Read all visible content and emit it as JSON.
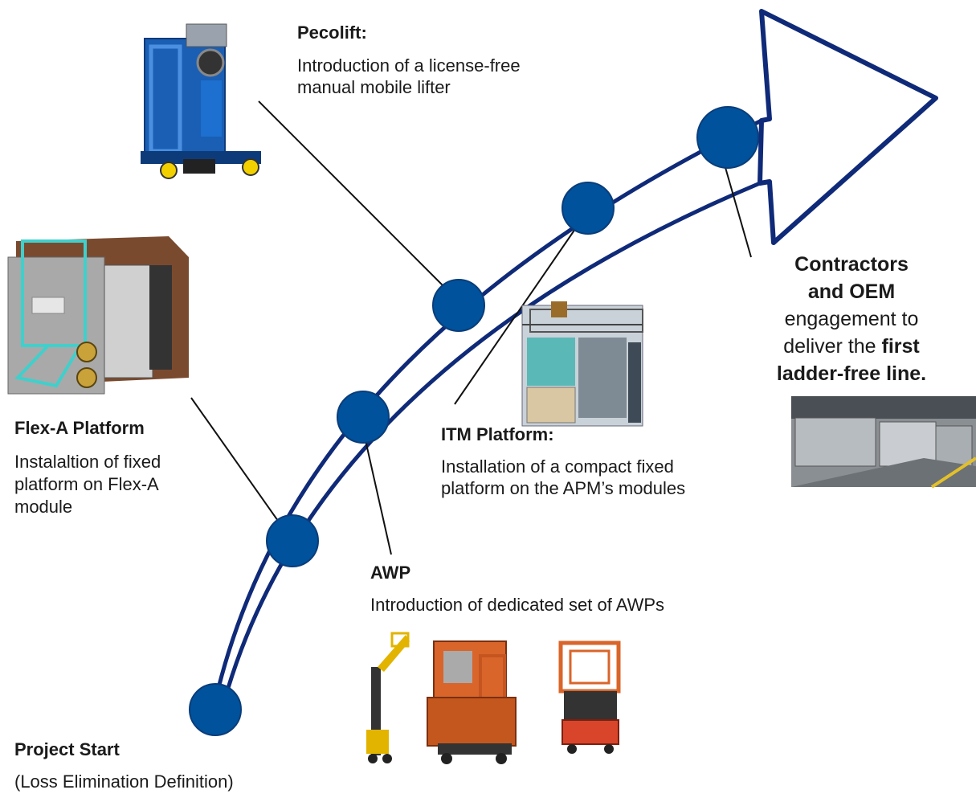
{
  "milestones": {
    "project_start": {
      "title": "Project Start",
      "desc": "(Loss Elimination Definition)"
    },
    "flex_a": {
      "title": "Flex-A Platform",
      "desc_lines": [
        "Instalaltion of fixed",
        "platform on Flex-A",
        "module"
      ]
    },
    "awp": {
      "title": "AWP",
      "desc": "Introduction of dedicated set of AWPs"
    },
    "itm": {
      "title": "ITM Platform:",
      "desc_lines": [
        "Installation of a compact fixed",
        "platform on the APM’s modules"
      ]
    },
    "pecolift": {
      "title": "Pecolift:",
      "desc_lines": [
        "Introduction of a license-free",
        "manual mobile lifter"
      ]
    },
    "end": {
      "line1": "Contractors",
      "line2": "and OEM",
      "line3": "engagement to",
      "line4_pre": "deliver the ",
      "line4_bold": "first",
      "line5": "ladder-free line."
    }
  },
  "colors": {
    "path": "#0f2a78",
    "node": "#00529c",
    "node_stroke": "#0a3d7a",
    "connector": "#111111"
  },
  "images": {
    "pecolift": "blue mobile lifter",
    "flex_a": "Flex-A module CAD render with fixed platform",
    "itm": "ITM / APM module CAD render",
    "awp_1": "yellow boom AWP",
    "awp_2": "orange scissor AWP",
    "awp_3": "orange push-around AWP",
    "line": "production line photo"
  }
}
